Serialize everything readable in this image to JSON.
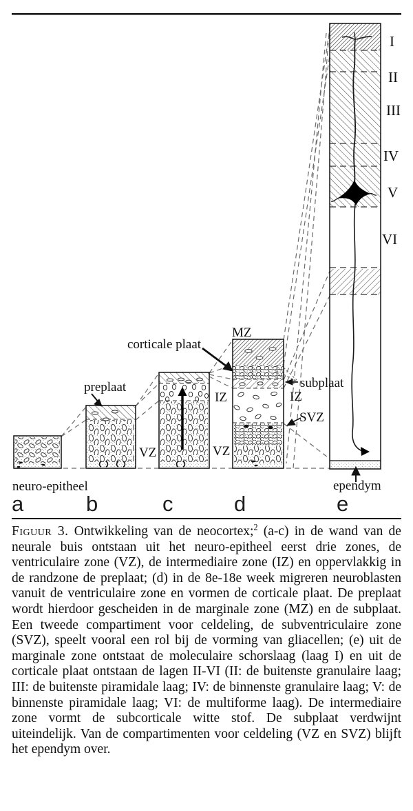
{
  "figure": {
    "panel_letters": [
      "a",
      "b",
      "c",
      "d",
      "e"
    ],
    "cortical_layers": [
      "I",
      "II",
      "III",
      "IV",
      "V",
      "VI"
    ],
    "labels": {
      "neuro_epitheel": "neuro-epitheel",
      "preplaat": "preplaat",
      "corticale_plaat": "corticale plaat",
      "mz": "MZ",
      "iz_left": "IZ",
      "iz_right": "IZ",
      "vz_c": "VZ",
      "vz_d": "VZ",
      "svz": "SVZ",
      "subplaat": "subplaat",
      "ependym": "ependym"
    },
    "caption": {
      "lead": "Figuur 3.",
      "pre_sup": " Ontwikkeling van de neocortex;",
      "sup": "2",
      "body": " (a-c) in de wand van de neurale buis ontstaan uit het neuro-epitheel eerst drie zones, de ventriculaire zone (VZ), de intermediaire zone (IZ) en oppervlakkig in de randzone de preplaat; (d) in de 8e-18e week migreren neuroblasten vanuit de ventriculaire zone en vormen de corticale plaat. De preplaat wordt hierdoor gescheiden in de marginale zone (MZ) en de subplaat. Een tweede compartiment voor celdeling, de subventriculaire zone (SVZ), speelt vooral een rol bij de vorming van gliacellen; (e) uit de marginale zone ontstaat de moleculaire schorslaag (laag I) en uit de corticale plaat ontstaan de lagen II-VI (II: de buitenste granulaire laag; III: de buitenste piramidale laag; IV: de binnenste granulaire laag; V: de binnenste piramidale laag; VI: de multiforme laag). De intermediaire zone vormt de subcorticale witte stof. De subplaat verdwijnt uiteindelijk. Van de compartimenten voor celdeling (VZ en SVZ) blijft het ependym over."
    },
    "colors": {
      "ink": "#1a1a1a",
      "paper": "#ffffff"
    }
  }
}
